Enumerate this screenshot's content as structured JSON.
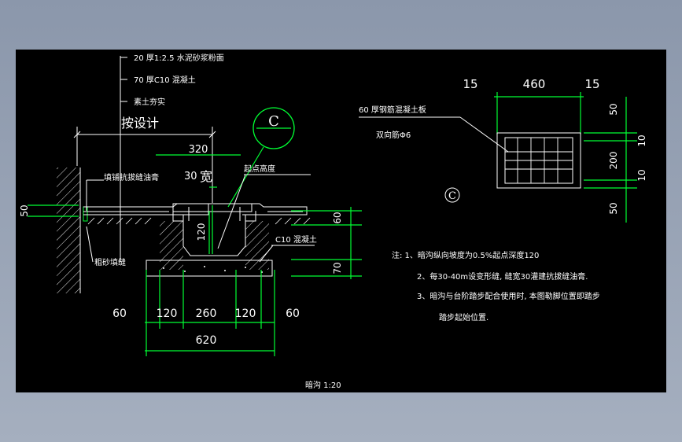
{
  "labels": {
    "layer1": "20 厚1:2.5 水泥砂浆粉面",
    "layer2": "70 厚C10  混凝土",
    "layer3": "素土夯实",
    "design": "按设计",
    "width320": "320",
    "width30": "30",
    "kuan": "宽",
    "fill_asphalt": "填铺抗拔缝油膏",
    "start_elev": "起点高度",
    "coarse_sand": "粗砂填缝",
    "c10": "C10  混凝土",
    "detail_letter": "C"
  },
  "dims": {
    "left_50": "50",
    "right_60": "60",
    "right_70": "70",
    "depth_120": "120",
    "b60a": "60",
    "b120a": "120",
    "b260": "260",
    "b120b": "120",
    "b60b": "60",
    "b620": "620"
  },
  "slab": {
    "title": "60  厚钢筋混凝土板",
    "rebar": "双向筋Φ6",
    "top15a": "15",
    "top460": "460",
    "top15b": "15",
    "r50a": "50",
    "r10a": "10",
    "r200": "200",
    "r10b": "10",
    "r50b": "50",
    "letter": "C"
  },
  "notes": {
    "n1": "注:  1、暗沟纵向坡度为0.5%起点深度120",
    "n2": "2、每30-40m设变形缝, 缝宽30灌建抗拔缝油膏.",
    "n3": "3、暗沟与台阶踏步配合使用时, 本图勒脚位置即踏步",
    "n4": "踏步起始位置."
  },
  "caption": "暗沟  1:20"
}
